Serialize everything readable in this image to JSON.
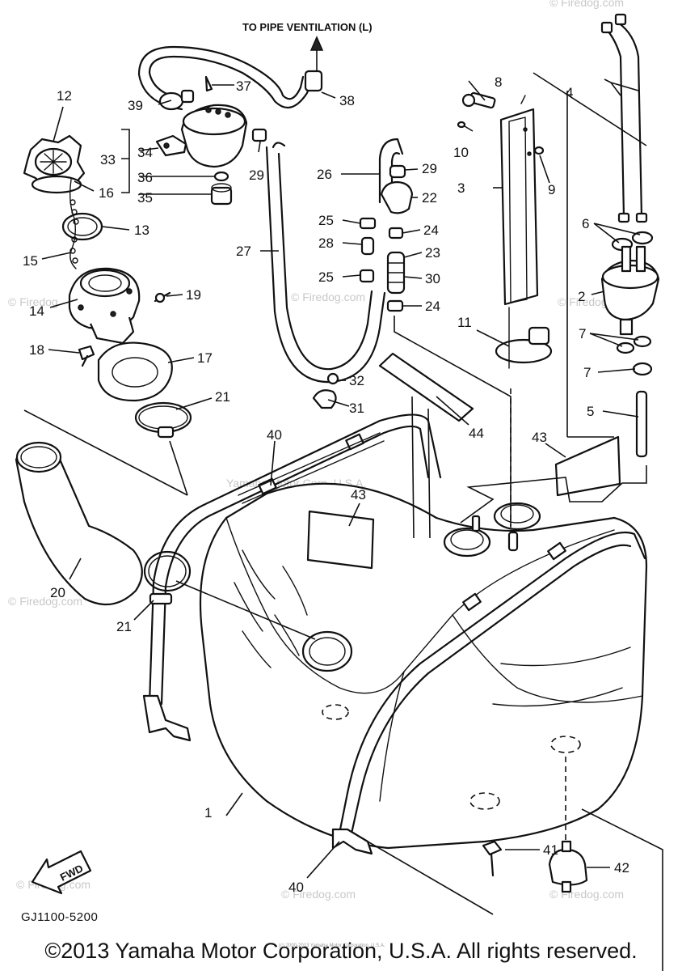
{
  "header_note": "TO PIPE VENTILATION (L)",
  "diagram_code": "GJ1100-5200",
  "fwd_label": "FWD",
  "watermarks": {
    "brand": "© Firedog",
    "site": "© Firedog.com",
    "center": "Yamaha Motor Corp, U.S.A.",
    "micro": "(c) 2000-2013 Yamaha Motor Corporation, U.S.A."
  },
  "copyright": "©2013 Yamaha Motor Corporation, U.S.A. All rights reserved.",
  "callouts": [
    {
      "id": "c1",
      "label": "1"
    },
    {
      "id": "c2",
      "label": "2"
    },
    {
      "id": "c3",
      "label": "3"
    },
    {
      "id": "c4",
      "label": "4"
    },
    {
      "id": "c5",
      "label": "5"
    },
    {
      "id": "c6",
      "label": "6"
    },
    {
      "id": "c7a",
      "label": "7"
    },
    {
      "id": "c7b",
      "label": "7"
    },
    {
      "id": "c8",
      "label": "8"
    },
    {
      "id": "c9",
      "label": "9"
    },
    {
      "id": "c10",
      "label": "10"
    },
    {
      "id": "c11",
      "label": "11"
    },
    {
      "id": "c12",
      "label": "12"
    },
    {
      "id": "c13",
      "label": "13"
    },
    {
      "id": "c14",
      "label": "14"
    },
    {
      "id": "c15",
      "label": "15"
    },
    {
      "id": "c16",
      "label": "16"
    },
    {
      "id": "c17",
      "label": "17"
    },
    {
      "id": "c18",
      "label": "18"
    },
    {
      "id": "c19",
      "label": "19"
    },
    {
      "id": "c20",
      "label": "20"
    },
    {
      "id": "c21a",
      "label": "21"
    },
    {
      "id": "c21b",
      "label": "21"
    },
    {
      "id": "c22",
      "label": "22"
    },
    {
      "id": "c23",
      "label": "23"
    },
    {
      "id": "c24a",
      "label": "24"
    },
    {
      "id": "c24b",
      "label": "24"
    },
    {
      "id": "c25a",
      "label": "25"
    },
    {
      "id": "c25b",
      "label": "25"
    },
    {
      "id": "c26",
      "label": "26"
    },
    {
      "id": "c27",
      "label": "27"
    },
    {
      "id": "c28",
      "label": "28"
    },
    {
      "id": "c29a",
      "label": "29"
    },
    {
      "id": "c29b",
      "label": "29"
    },
    {
      "id": "c30",
      "label": "30"
    },
    {
      "id": "c31",
      "label": "31"
    },
    {
      "id": "c32",
      "label": "32"
    },
    {
      "id": "c33",
      "label": "33"
    },
    {
      "id": "c34",
      "label": "34"
    },
    {
      "id": "c35",
      "label": "35"
    },
    {
      "id": "c36",
      "label": "36"
    },
    {
      "id": "c37",
      "label": "37"
    },
    {
      "id": "c38",
      "label": "38"
    },
    {
      "id": "c39",
      "label": "39"
    },
    {
      "id": "c40a",
      "label": "40"
    },
    {
      "id": "c40b",
      "label": "40"
    },
    {
      "id": "c41",
      "label": "41"
    },
    {
      "id": "c42",
      "label": "42"
    },
    {
      "id": "c43a",
      "label": "43"
    },
    {
      "id": "c43b",
      "label": "43"
    },
    {
      "id": "c44",
      "label": "44"
    }
  ]
}
